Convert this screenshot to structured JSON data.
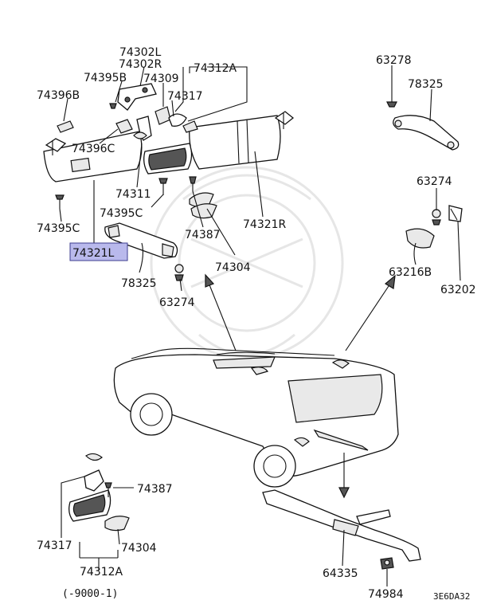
{
  "labels": {
    "p74302L": "74302L",
    "p74302R": "74302R",
    "p74312A_top": "74312A",
    "p74395B": "74395B",
    "p74309": "74309",
    "p74396B": "74396B",
    "p74317_top": "74317",
    "p74396C": "74396C",
    "p74311": "74311",
    "p74395C_a": "74395C",
    "p74395C_b": "74395C",
    "p74321L": "74321L",
    "p74321R": "74321R",
    "p74387_top": "74387",
    "p74304_top": "74304",
    "p78325_left": "78325",
    "p63274_left": "63274",
    "p63278": "63278",
    "p78325_right": "78325",
    "p63274_right": "63274",
    "p63216B": "63216B",
    "p63202": "63202",
    "p74387_bottom": "74387",
    "p74317_bottom": "74317",
    "p74304_bottom": "74304",
    "p74312A_bottom": "74312A",
    "p64335": "64335",
    "p74984": "74984"
  },
  "note": "(-9000-1)",
  "figure_code": "3E6DA32",
  "highlight_color": "#b9b9ec"
}
